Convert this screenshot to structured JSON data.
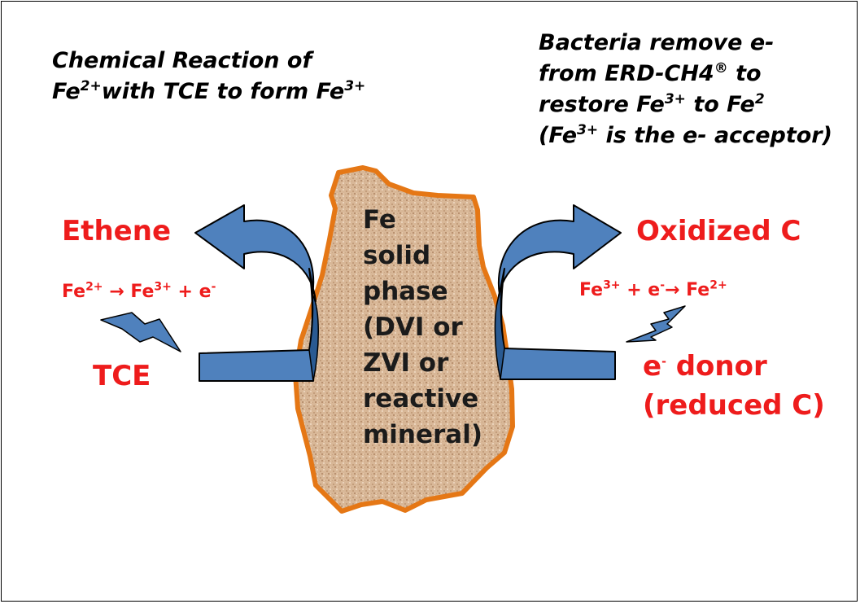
{
  "left_note": {
    "line1": "Chemical Reaction of",
    "line2_a": "Fe",
    "line2_sup1": "2+",
    "line2_b": "with TCE to form Fe",
    "line2_sup2": "3+"
  },
  "right_note": {
    "line1": "Bacteria remove e-",
    "line2_a": "from ERD-CH4",
    "line2_sup": "®",
    "line2_b": " to",
    "line3_a": "restore Fe",
    "line3_sup1": "3+",
    "line3_b": " to  Fe",
    "line3_sup2": "2",
    "line4_a": "(Fe",
    "line4_sup": "3+",
    "line4_b": " is the e- acceptor)"
  },
  "left_cycle": {
    "product": "Ethene",
    "reactant": "TCE",
    "eq_fe1": "Fe",
    "eq_sup1": "2+",
    "eq_arrow": "→",
    "eq_fe2": "Fe",
    "eq_sup2": "3+",
    "eq_plus_e": "+ e",
    "eq_sup3": "-"
  },
  "right_cycle": {
    "product": "Oxidized C",
    "donor_e": "e",
    "donor_sup": "-",
    "donor_word": " donor",
    "donor_line2": "(reduced C)",
    "eq_fe1": "Fe",
    "eq_sup1": "3+",
    "eq_plus_e": "+ e",
    "eq_sup2": "-",
    "eq_arrow": "→",
    "eq_fe2": "Fe",
    "eq_sup3": "2+"
  },
  "solid_phase": {
    "lines": [
      "Fe",
      "solid",
      "phase",
      "(DVI or",
      "ZVI or",
      "reactive",
      "mineral)"
    ]
  },
  "colors": {
    "red_text": "#ee1c1c",
    "arrow_fill": "#4f81bd",
    "arrow_dark": "#2a5a92",
    "rock_fill": "#d9b89a",
    "rock_outline": "#e57715",
    "bolt_fill": "#4f81bd"
  }
}
